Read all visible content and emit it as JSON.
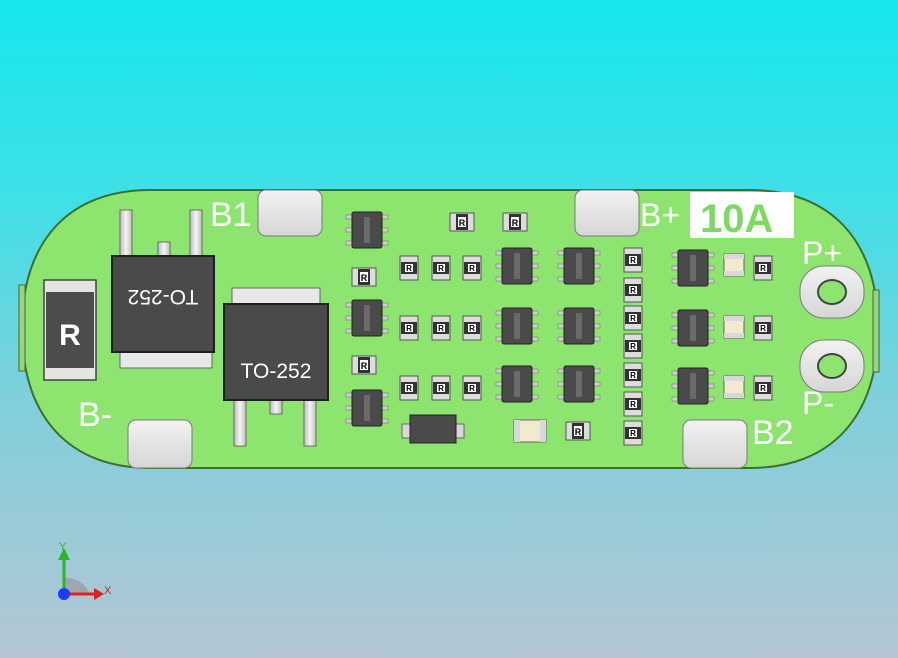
{
  "board": {
    "labels": {
      "b1": "B1",
      "b_plus": "B+",
      "rating": "10A",
      "p_plus": "P+",
      "p_minus": "P-",
      "b_minus": "B-",
      "b2": "B2"
    },
    "chips": {
      "to252_top": "TO-252",
      "to252_main": "TO-252",
      "big_resistor": "R",
      "resistor_marking": "R"
    }
  },
  "axis_triad": {
    "y_label": "Y",
    "x_label": "X"
  },
  "colors": {
    "background_top": "#17e6ee",
    "background_bottom": "#b4c6d3",
    "pcb_green": "#8de46e",
    "chip_dark": "#4a4a4a",
    "pad_white": "#e6e6e6"
  }
}
